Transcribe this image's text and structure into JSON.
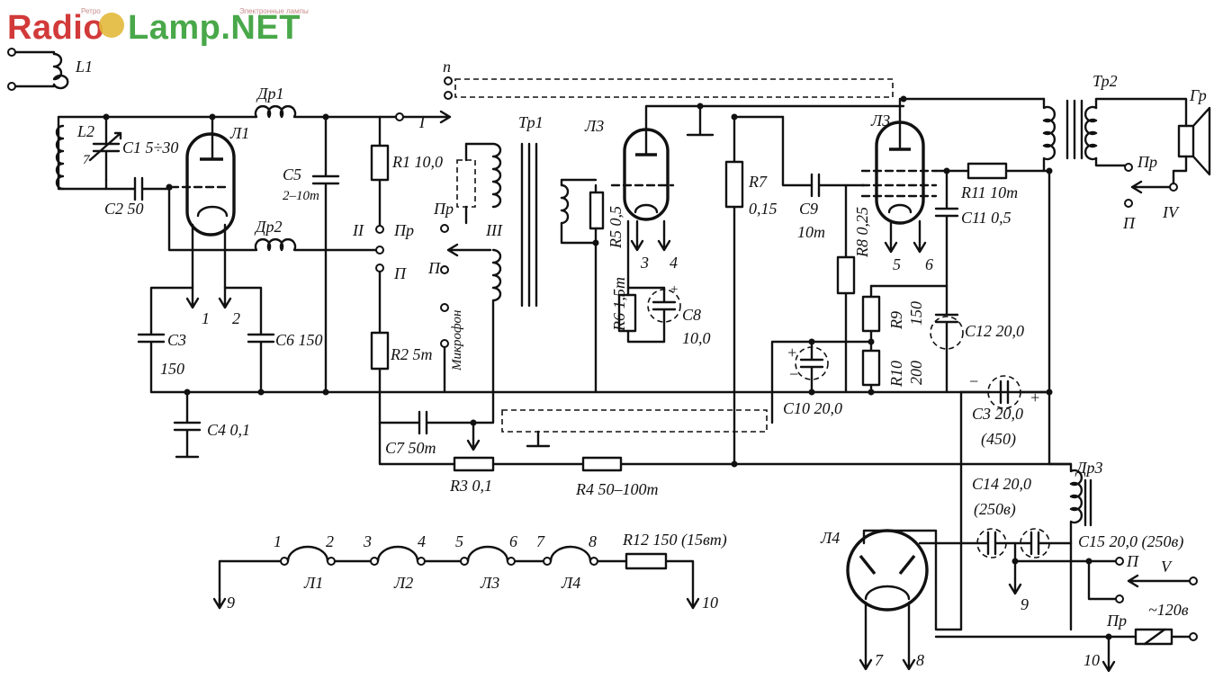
{
  "watermark": {
    "brand_radio": "Radio",
    "brand_lamp": "Lamp.NET",
    "tagline_left": "Ретро",
    "tagline_right": "Электронные лампы",
    "colors": {
      "red": "#d23a3a",
      "green": "#49a84a",
      "gold": "#e2b93b"
    }
  },
  "labels": {
    "L1": "L1",
    "L2": "L2",
    "seven": "7",
    "C1": "C1 5÷30",
    "C2": "C2 50",
    "C3": "C3",
    "C3v": "150",
    "C4": "C4 0,1",
    "C5": "C5",
    "C5v": "2–10m",
    "C6": "C6 150",
    "C7": "C7 50m",
    "C8": "C8",
    "C8v": "10,0",
    "C9": "C9",
    "C9v": "10m",
    "C10": "C10 20,0",
    "C11": "C11 0,5",
    "C12": "C12 20,0",
    "C13": "C3 20,0",
    "C13v": "(450)",
    "C14": "C14 20,0",
    "C14v": "(250в)",
    "C15": "C15 20,0 (250в)",
    "Dr1": "Др1",
    "Dr2": "Др2",
    "Dr3": "Др3",
    "Lamp1": "Л1",
    "Lamp2": "Л2",
    "Lamp3": "Л3",
    "Lamp4": "Л4",
    "Lamp_left": "Л1",
    "Lamp_mid": "Л3",
    "Lamp_right": "Л3",
    "R1": "R1 10,0",
    "R2": "R2 5m",
    "R3": "R3 0,1",
    "R4": "R4 50–100m",
    "R5": "R5 0,5",
    "R6": "R6 1,5m",
    "R7": "R7",
    "R7v": "0,15",
    "R8": "R8 0,25",
    "R9": "R9",
    "R9v": "150",
    "R10": "R10",
    "R10v": "200",
    "R11": "R11 10m",
    "R12": "R12 150 (15вт)",
    "Tr1": "Тр1",
    "Tr2": "Тр2",
    "Gr": "Гр",
    "P": "П",
    "Pr": "Пр",
    "p_small": "п",
    "I": "I",
    "II": "II",
    "III": "III",
    "IV": "IV",
    "V": "V",
    "mic": "Микрофон",
    "mains": "~120в",
    "n1": "1",
    "n2": "2",
    "n3": "3",
    "n4": "4",
    "n5": "5",
    "n6": "6",
    "n7": "7",
    "n8": "8",
    "n9": "9",
    "n10": "10",
    "plus": "+",
    "minus": "−"
  }
}
